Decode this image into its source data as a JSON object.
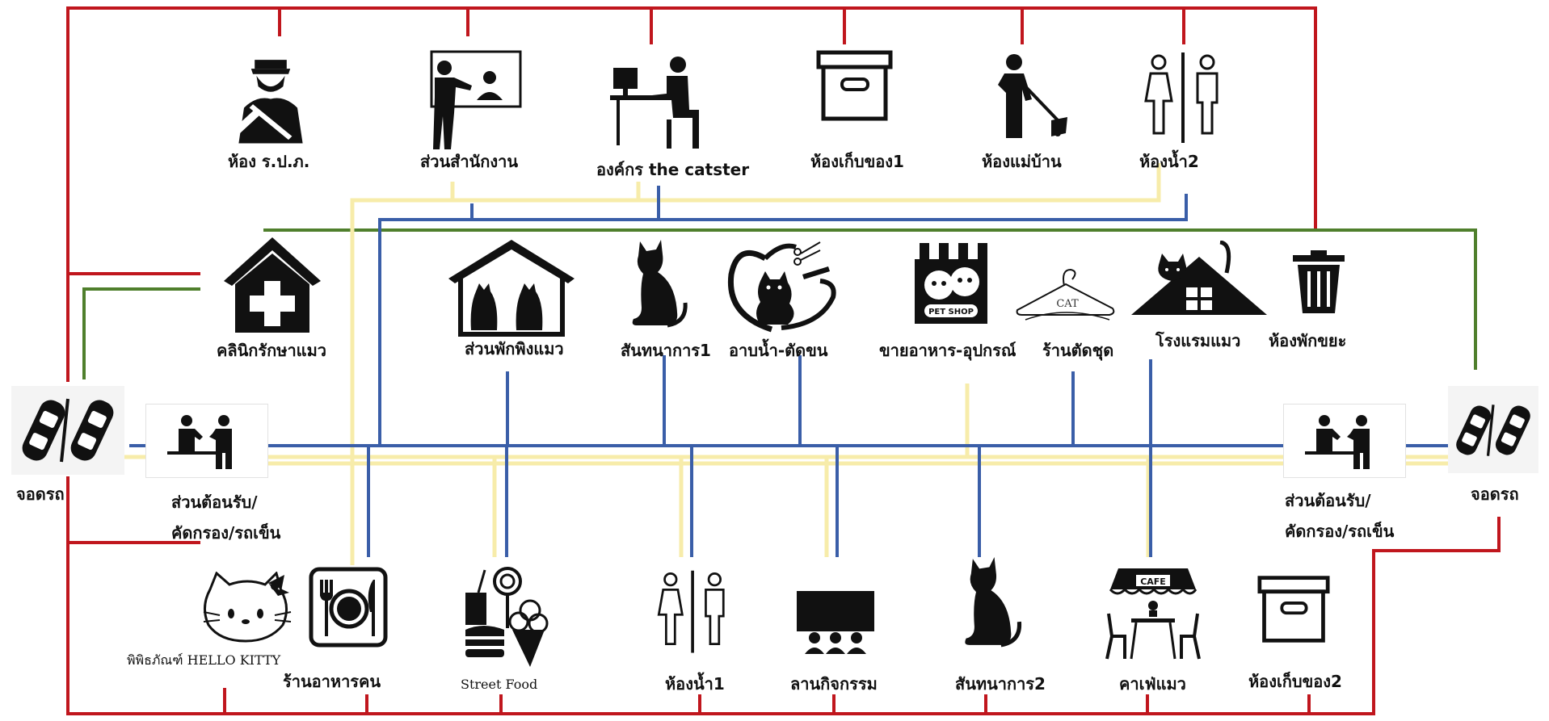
{
  "colors": {
    "red": "#c0161d",
    "blue": "#3a5ea8",
    "yellow": "#f7ecaa",
    "green": "#4f7f2c",
    "icon": "#111111"
  },
  "labels": {
    "guard_room": "ห้อง ร.ป.ภ.",
    "office": "ส่วนสำนักงาน",
    "org": "องค์กร the catster",
    "storage1": "ห้องเก็บของ1",
    "maid_room": "ห้องแม่บ้าน",
    "restroom2": "ห้องน้ำ2",
    "clinic": "คลินิกรักษาแมว",
    "cat_boarding": "ส่วนพักพิงแมว",
    "recreation1": "สันทนาการ1",
    "grooming": "อาบน้ำ-ตัดขน",
    "pet_food": "ขายอาหาร-อุปกรณ์",
    "tailor": "ร้านตัดชุด",
    "cat_hotel": "โรงแรมแมว",
    "garbage": "ห้องพักขยะ",
    "parking_left": "จอดรถ",
    "parking_right": "จอดรถ",
    "reception_left_1": "ส่วนต้อนรับ/",
    "reception_left_2": "คัดกรอง/รถเข็น",
    "reception_right_1": "ส่วนต้อนรับ/",
    "reception_right_2": "คัดกรอง/รถเข็น",
    "hello_kitty": "พิพิธภัณฑ์ HELLO KITTY",
    "restaurant": "ร้านอาหารคน",
    "street_food": "Street Food",
    "restroom1": "ห้องน้ำ1",
    "activity": "ลานกิจกรรม",
    "recreation2": "สันทนาการ2",
    "cat_cafe": "คาเฟ่แมว",
    "storage2": "ห้องเก็บของ2"
  },
  "icon_text": {
    "pet_shop": "PET SHOP",
    "cat_tag": "CAT",
    "cafe": "CAFE"
  },
  "icons": [
    "guard-icon",
    "office-icon",
    "computer-desk-icon",
    "storage-box-icon",
    "cleaner-icon",
    "restroom-icon",
    "clinic-house-icon",
    "cat-shelter-icon",
    "sitting-cat-icon",
    "grooming-cat-icon",
    "pet-shop-icon",
    "hanger-icon",
    "cat-hotel-icon",
    "trash-can-icon",
    "parking-cars-icon",
    "reception-desk-icon",
    "hello-kitty-icon",
    "restaurant-plate-icon",
    "street-food-icon",
    "restroom-icon",
    "activity-screen-icon",
    "sitting-cat-icon",
    "cafe-icon",
    "storage-box-icon"
  ]
}
